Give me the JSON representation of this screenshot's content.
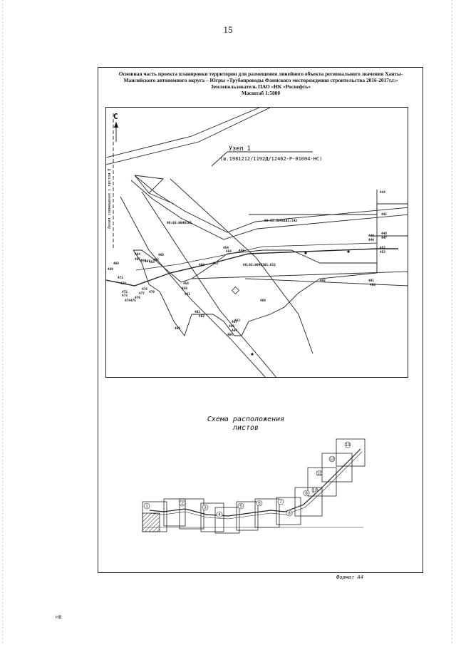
{
  "page_number": "15",
  "header": {
    "line1": "Основная часть проекта планировки территории для размещения линейного объекта регионального значения Ханты-",
    "line2": "Мансийского автономного округа – Югры «Трубопроводы Фаинского месторождения строительства 2016-2017г.г.»",
    "line3": "Землепользователь ПАО «НК «Роснефть»",
    "line4": "Масштаб 1:5000"
  },
  "map": {
    "north_label": "С",
    "node_label": "Узел 1",
    "node_code": "(ш.1981212/1192Д/12462-Р-01004-НС)",
    "match_line_label": "Линия совмещения с листом 8",
    "parcels": {
      "p1": "86:03:0040101",
      "p2": "86:03:0040101:142",
      "p3": "86:03:0040101:611"
    },
    "points": [
      {
        "id": "p444",
        "label": "444"
      },
      {
        "id": "p445",
        "label": "445"
      },
      {
        "id": "p446",
        "label": "446"
      },
      {
        "id": "p447",
        "label": "447"
      },
      {
        "id": "p448",
        "label": "448"
      },
      {
        "id": "p449",
        "label": "449"
      },
      {
        "id": "p452",
        "label": "452"
      },
      {
        "id": "p453",
        "label": "453"
      },
      {
        "id": "p454",
        "label": "454"
      },
      {
        "id": "p455",
        "label": "455"
      },
      {
        "id": "p456",
        "label": "456"
      },
      {
        "id": "p457",
        "label": "457"
      },
      {
        "id": "p458",
        "label": "458"
      },
      {
        "id": "p459",
        "label": "459"
      },
      {
        "id": "p460",
        "label": "460"
      },
      {
        "id": "p461",
        "label": "461"
      },
      {
        "id": "p462",
        "label": "462"
      },
      {
        "id": "p463",
        "label": "463"
      },
      {
        "id": "p464",
        "label": "464"
      },
      {
        "id": "p465",
        "label": "465"
      },
      {
        "id": "p466",
        "label": "466"
      },
      {
        "id": "p467",
        "label": "467"
      },
      {
        "id": "p468",
        "label": "468"
      },
      {
        "id": "p469",
        "label": "469"
      },
      {
        "id": "p470",
        "label": "470"
      },
      {
        "id": "p471",
        "label": "471"
      },
      {
        "id": "p472",
        "label": "472"
      },
      {
        "id": "p473",
        "label": "473"
      },
      {
        "id": "p474",
        "label": "474"
      },
      {
        "id": "p475",
        "label": "475"
      },
      {
        "id": "p476",
        "label": "476"
      },
      {
        "id": "p477",
        "label": "477"
      },
      {
        "id": "p478",
        "label": "478"
      },
      {
        "id": "p479",
        "label": "479"
      },
      {
        "id": "p480",
        "label": "480"
      },
      {
        "id": "p481",
        "label": "481"
      },
      {
        "id": "p482",
        "label": "482"
      },
      {
        "id": "p483",
        "label": "483"
      },
      {
        "id": "p484",
        "label": "484"
      },
      {
        "id": "p485",
        "label": "485"
      },
      {
        "id": "p486",
        "label": "486"
      },
      {
        "id": "p487",
        "label": "487"
      },
      {
        "id": "p488",
        "label": "488"
      },
      {
        "id": "p489",
        "label": "489"
      },
      {
        "id": "p490",
        "label": "490"
      },
      {
        "id": "p491",
        "label": "491"
      },
      {
        "id": "p492",
        "label": "492"
      }
    ]
  },
  "scheme": {
    "title_line1": "Схема расположения",
    "title_line2": "листов",
    "sheets": [
      {
        "id": "s1",
        "label": "1"
      },
      {
        "id": "s2",
        "label": "2"
      },
      {
        "id": "s3",
        "label": "3"
      },
      {
        "id": "s4",
        "label": "4"
      },
      {
        "id": "s5",
        "label": "5"
      },
      {
        "id": "s6",
        "label": "6"
      },
      {
        "id": "s7",
        "label": "7"
      },
      {
        "id": "s8",
        "label": "8"
      },
      {
        "id": "s9",
        "label": "9"
      },
      {
        "id": "s10",
        "label": "10"
      },
      {
        "id": "s11",
        "label": "11"
      },
      {
        "id": "s12",
        "label": "12"
      },
      {
        "id": "s13",
        "label": "13"
      }
    ]
  },
  "format_label": "Формат А4",
  "corner_mark": "НВ"
}
